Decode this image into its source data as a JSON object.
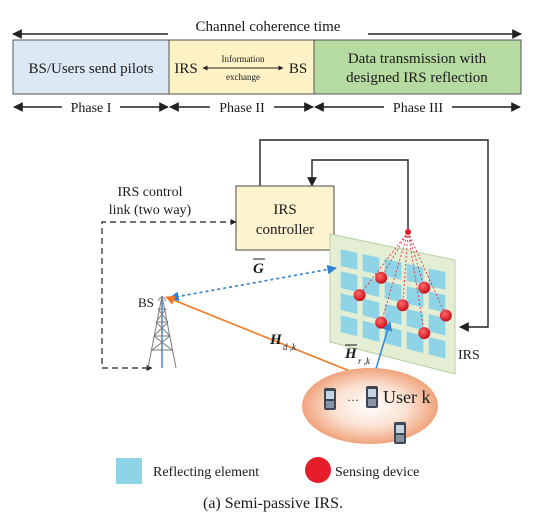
{
  "timeline": {
    "header": "Channel coherence time",
    "phase1_box": "BS/Users send pilots",
    "phase2_left": "IRS",
    "phase2_right": "BS",
    "phase2_note_line1": "Information",
    "phase2_note_line2": "exchange",
    "phase3_line1": "Data transmission with",
    "phase3_line2": "designed IRS reflection",
    "phase1_label": "Phase I",
    "phase2_label": "Phase II",
    "phase3_label": "Phase III"
  },
  "system": {
    "control_link_line1": "IRS control",
    "control_link_line2": "link (two way)",
    "controller_line1": "IRS",
    "controller_line2": "controller",
    "bs_label": "BS",
    "irs_label": "IRS",
    "user_label": "User k",
    "user_dots": "···",
    "channel_g": "G",
    "channel_hd": "H",
    "channel_hd_sub": "d ,k",
    "channel_hr": "H",
    "channel_hr_sub": "r ,k"
  },
  "legend": {
    "reflecting": "Reflecting element",
    "sensing": "Sensing device"
  },
  "caption": "(a)  Semi-passive IRS.",
  "colors": {
    "phase1": "#dce9f5",
    "phase2": "#fdf2c6",
    "phase3": "#b6dba0",
    "controller": "#fdf3cf",
    "irs_frame": "#e3eed4",
    "irs_element": "#8fd3e6",
    "sensor": "#e61e2c",
    "g_link": "#2f7fd1",
    "hd_link": "#f07a24",
    "hr_link": "#3a8ad8",
    "user_ellipse": "#f3b493"
  }
}
